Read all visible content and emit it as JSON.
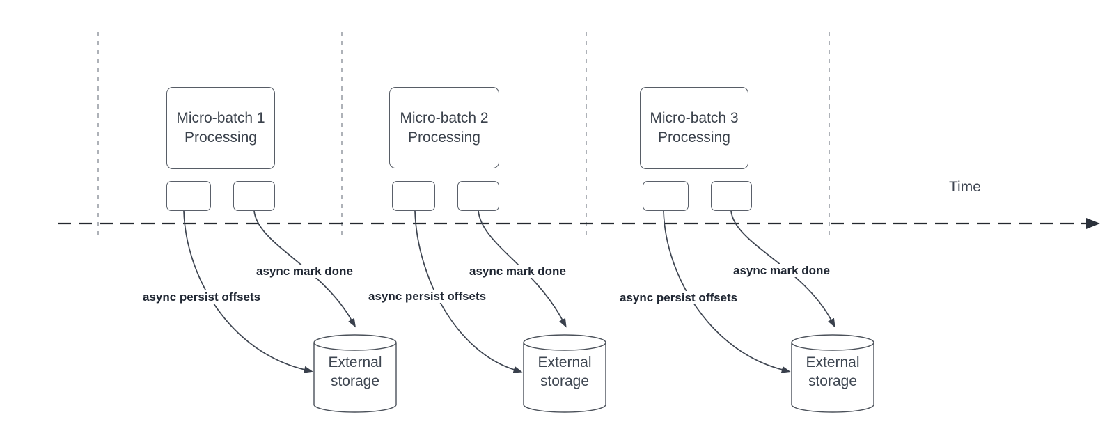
{
  "timeline": {
    "label": "Time"
  },
  "stages": [
    {
      "process_line1": "Micro-batch 1",
      "process_line2": "Processing",
      "persist_label": "async persist offsets",
      "mark_done_label": "async mark done",
      "storage_line1": "External",
      "storage_line2": "storage"
    },
    {
      "process_line1": "Micro-batch 2",
      "process_line2": "Processing",
      "persist_label": "async persist offsets",
      "mark_done_label": "async mark done",
      "storage_line1": "External",
      "storage_line2": "storage"
    },
    {
      "process_line1": "Micro-batch 3",
      "process_line2": "Processing",
      "persist_label": "async persist offsets",
      "mark_done_label": "async mark done",
      "storage_line1": "External",
      "storage_line2": "storage"
    }
  ],
  "colors": {
    "curve_stroke": "#3e4551",
    "timeline_stroke": "#24292f",
    "divider_stroke": "#aeb2b8",
    "shape_stroke": "#575d66",
    "box_text": "#3b424c",
    "bold_label_text": "#1f2632"
  }
}
